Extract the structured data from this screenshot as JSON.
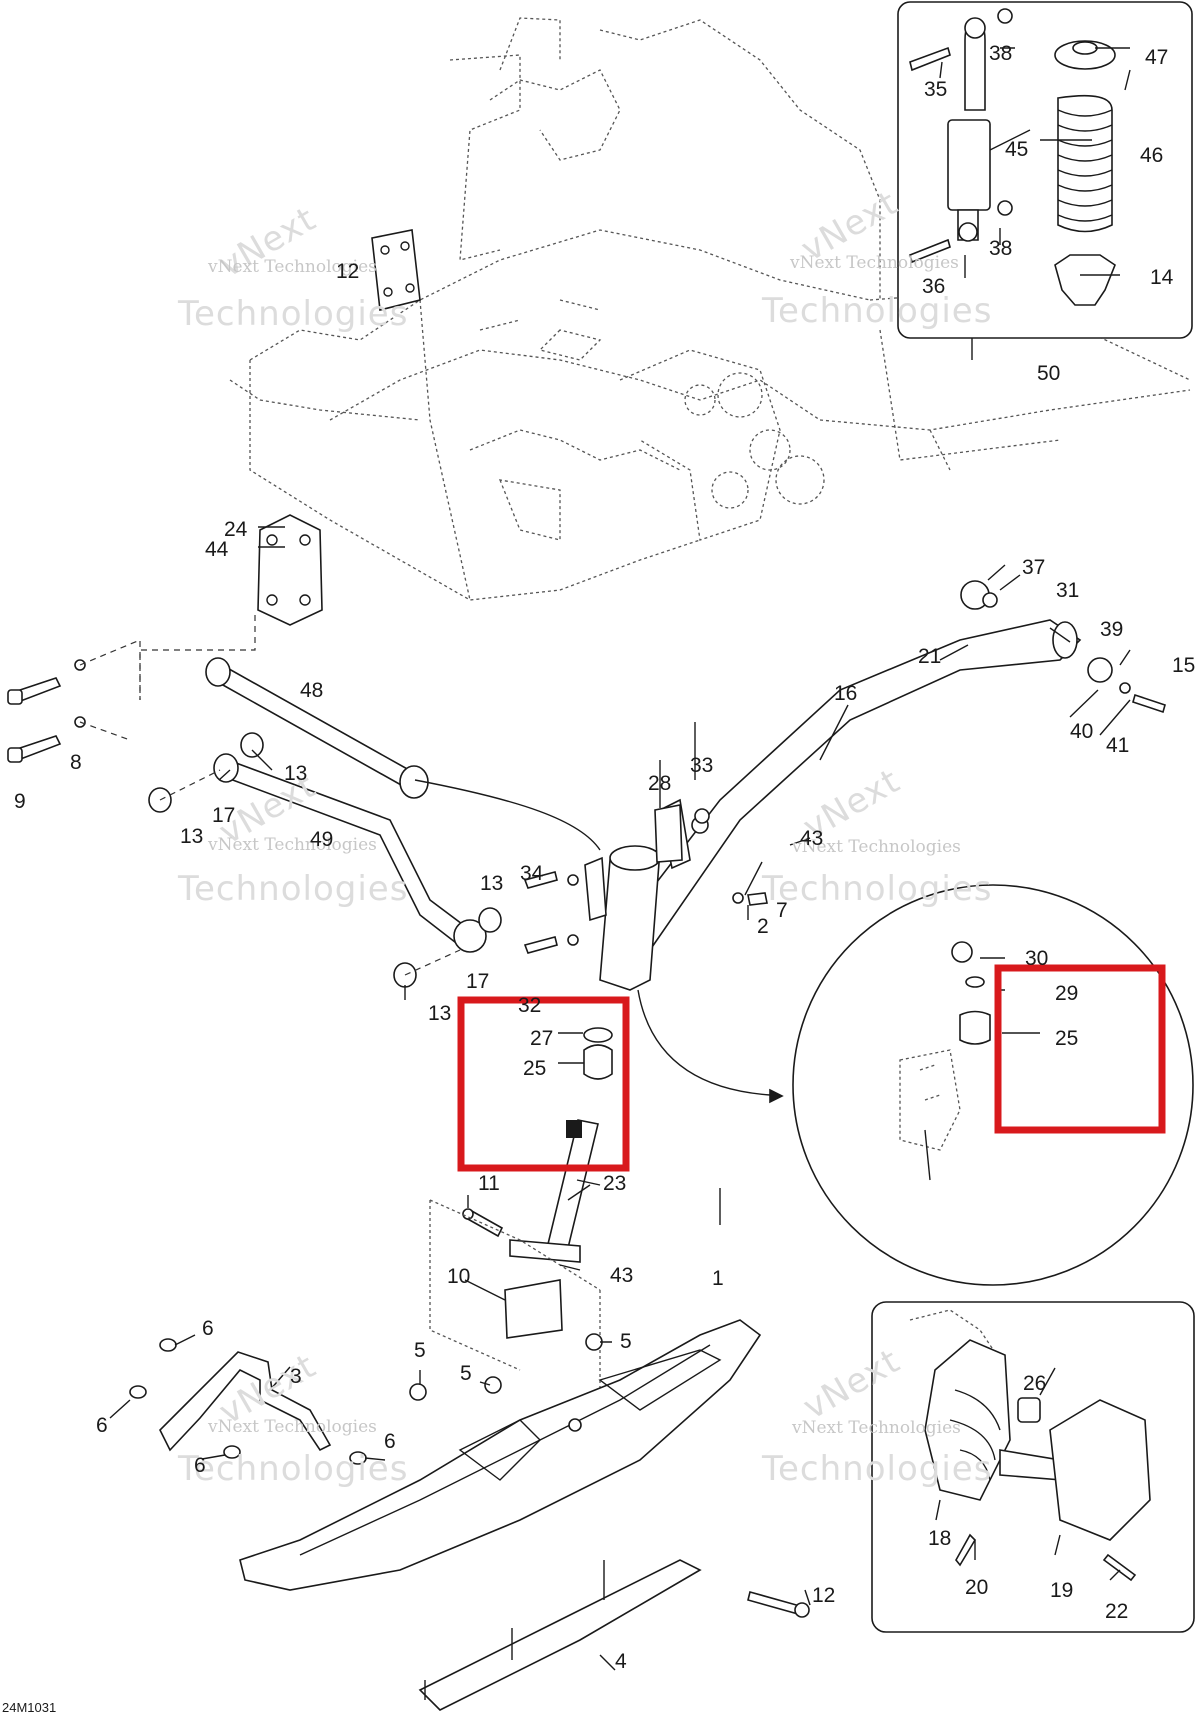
{
  "diagram_code": "24M1031",
  "watermark": {
    "line1": "vNext Technologies",
    "line2": "Technologies",
    "overlay": "vNext"
  },
  "callouts": {
    "c1": "1",
    "c2": "2",
    "c3": "3",
    "c4": "4",
    "c5a": "5",
    "c5b": "5",
    "c5c": "5",
    "c6a": "6",
    "c6b": "6",
    "c6c": "6",
    "c6d": "6",
    "c7": "7",
    "c8": "8",
    "c9": "9",
    "c10": "10",
    "c11": "11",
    "c12a": "12",
    "c12b": "12",
    "c13a": "13",
    "c13b": "13",
    "c13c": "13",
    "c13d": "13",
    "c14": "14",
    "c15": "15",
    "c16": "16",
    "c17a": "17",
    "c17b": "17",
    "c18": "18",
    "c19": "19",
    "c20": "20",
    "c21": "21",
    "c22": "22",
    "c23": "23",
    "c24": "24",
    "c25a": "25",
    "c25b": "25",
    "c26": "26",
    "c27": "27",
    "c28": "28",
    "c29": "29",
    "c30": "30",
    "c31": "31",
    "c32": "32",
    "c33": "33",
    "c34": "34",
    "c35": "35",
    "c36": "36",
    "c37": "37",
    "c38a": "38",
    "c38b": "38",
    "c39": "39",
    "c40": "40",
    "c41": "41",
    "c43a": "43",
    "c43b": "43",
    "c44": "44",
    "c45": "45",
    "c46": "46",
    "c47": "47",
    "c48": "48",
    "c49": "49",
    "c50": "50"
  },
  "highlight_color": "#d8191c"
}
